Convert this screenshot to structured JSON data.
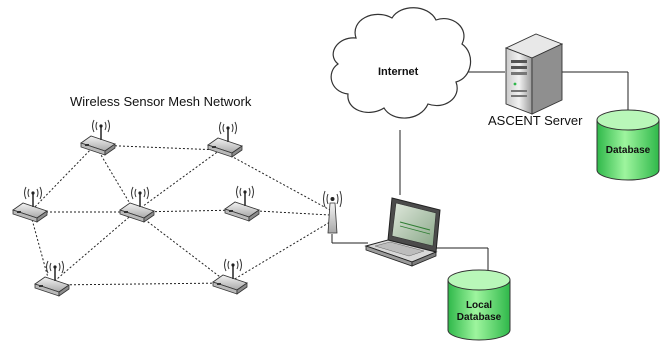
{
  "labels": {
    "mesh_title": "Wireless Sensor Mesh Network",
    "internet": "Internet",
    "server": "ASCENT Server",
    "database": "Database",
    "local_db_line1": "Local",
    "local_db_line2": "Database"
  },
  "colors": {
    "db_fill_light": "#9ef59e",
    "db_fill_dark": "#2fb84a",
    "line": "#222222"
  }
}
